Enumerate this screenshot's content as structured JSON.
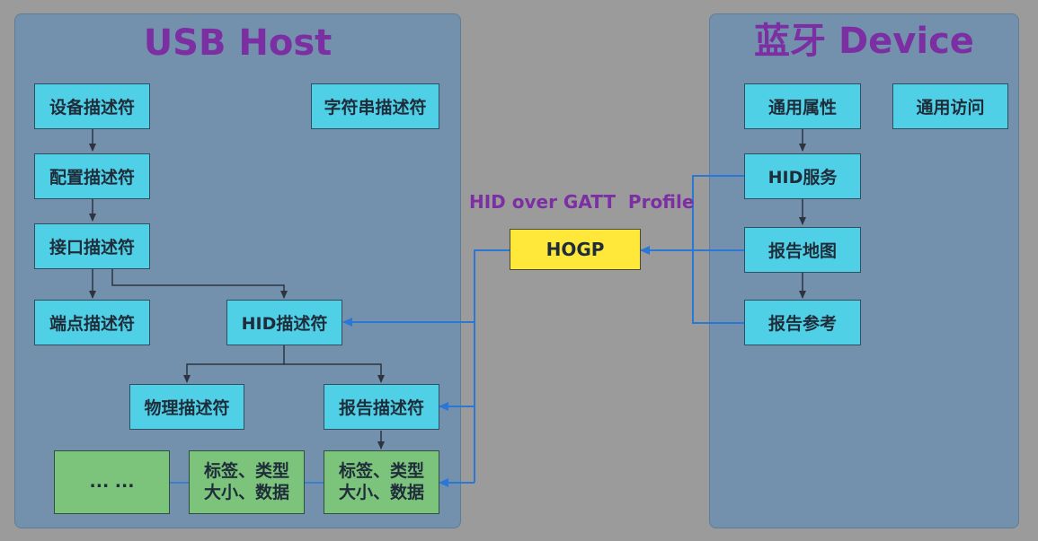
{
  "usb_panel": {
    "title": "USB Host",
    "boxes": {
      "device_descriptor": "设备描述符",
      "string_descriptor": "字符串描述符",
      "config_descriptor": "配置描述符",
      "interface_descriptor": "接口描述符",
      "endpoint_descriptor": "端点描述符",
      "hid_descriptor": "HID描述符",
      "physical_descriptor": "物理描述符",
      "report_descriptor": "报告描述符",
      "ellipsis": "... ...",
      "item_a": "标签、类型\n大小、数据",
      "item_b": "标签、类型\n大小、数据"
    }
  },
  "bt_panel": {
    "title": "蓝牙 Device",
    "boxes": {
      "generic_attribute": "通用属性",
      "generic_access": "通用访问",
      "hid_service": "HID服务",
      "report_map": "报告地图",
      "report_reference": "报告参考"
    }
  },
  "protocol": {
    "label": "HID over GATT  Profile",
    "box": "HOGP"
  },
  "colors": {
    "background": "#9b9b9b",
    "panel": "#7390ad",
    "cyan_box": "#4fd0e6",
    "green_box": "#7cc37c",
    "yellow_box": "#ffe83a",
    "title_purple": "#7b2fa3",
    "blue_line": "#2a78d6",
    "dark_line": "#2d3440"
  }
}
